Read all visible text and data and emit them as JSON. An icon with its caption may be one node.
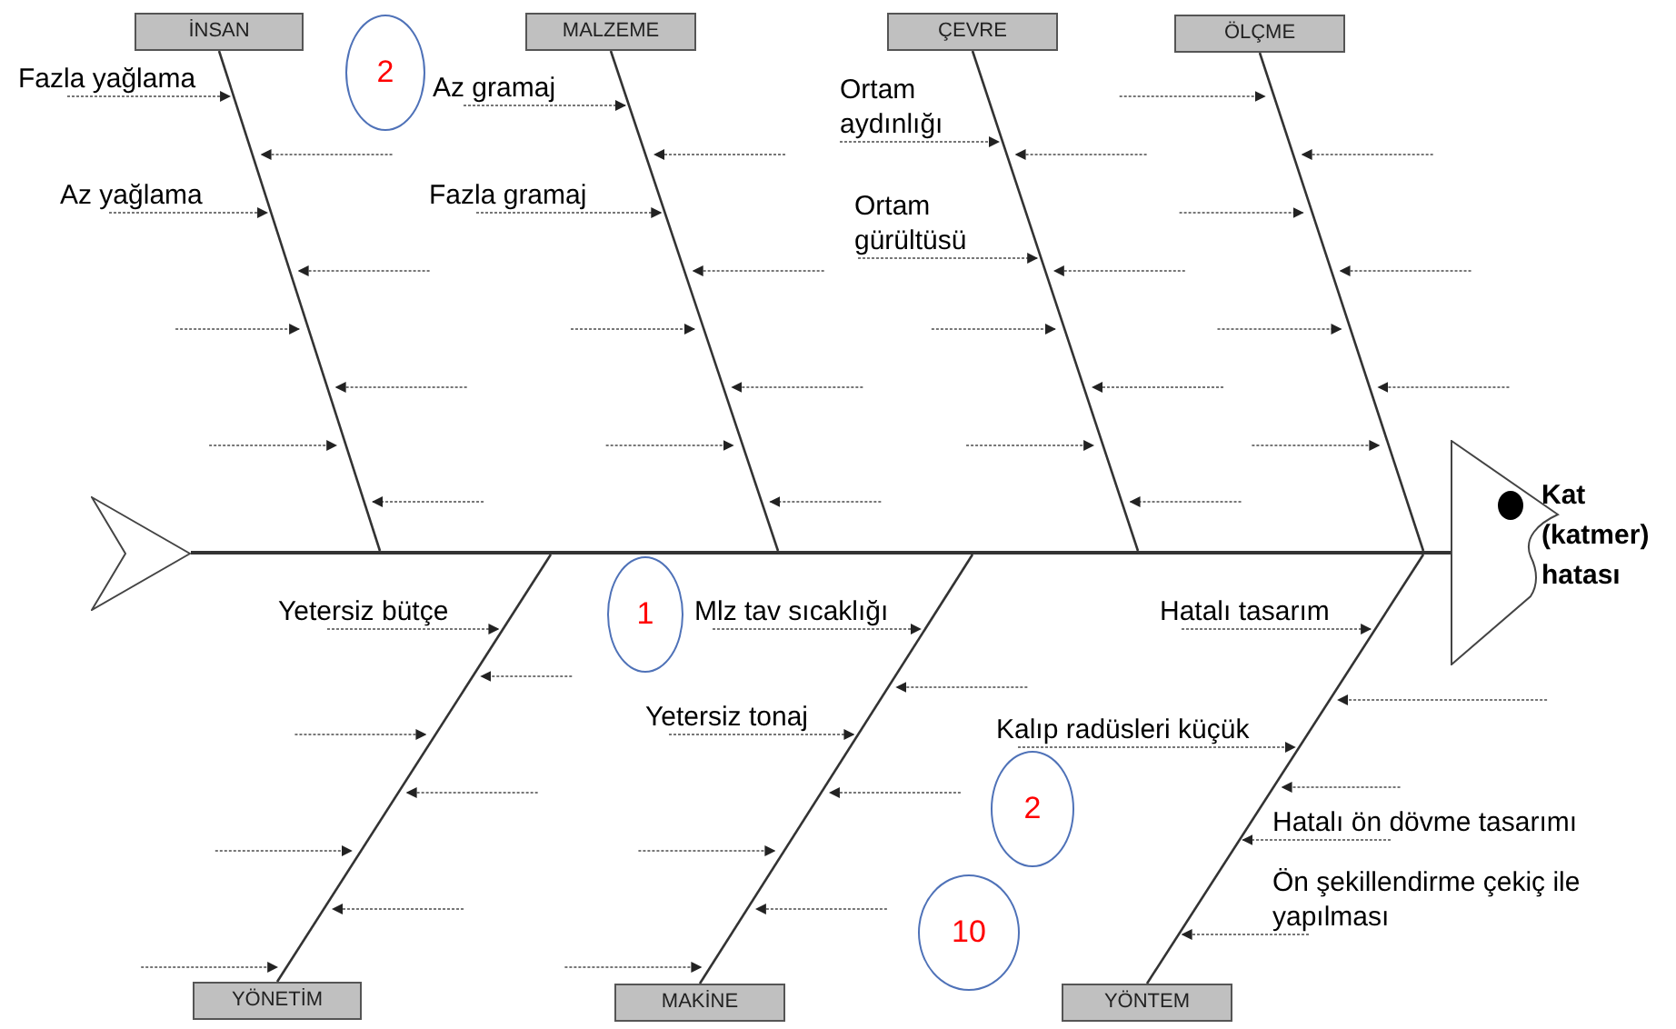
{
  "diagram": {
    "nodes": [
      {
        "text": [
          "İNSAN"
        ]
      },
      {
        "text": [
          "2"
        ]
      },
      {
        "text": [
          "MALZEME"
        ]
      },
      {
        "text": [
          "ÇEVRE"
        ]
      },
      {
        "text": [
          "ÖLÇME"
        ]
      },
      {
        "text": [
          "Fazla yağlama"
        ]
      },
      {
        "text": [
          "Az gramaj"
        ]
      },
      {
        "text": [
          "Ortam aydınlığı"
        ]
      },
      {
        "text": [
          "Az yağlama"
        ]
      },
      {
        "text": [
          "Fazla gramaj"
        ]
      },
      {
        "text": [
          "Ortam gürültüsü"
        ]
      },
      {
        "text": [],
        "shape": "chevron"
      },
      {
        "text": [
          "Kat (katmer) hatası"
        ]
      },
      {
        "text": [
          "Yetersiz bütçe"
        ]
      },
      {
        "text": [
          "1"
        ]
      },
      {
        "text": [
          "Mlz tav sıcaklığı"
        ]
      },
      {
        "text": [
          "Hatalı tasarım"
        ]
      },
      {
        "text": [
          "Yetersiz tonaj"
        ]
      },
      {
        "text": [
          "Kalıp radüsleri küçük"
        ]
      },
      {
        "text": [
          "2"
        ]
      },
      {
        "text": [
          "Hatalı ön dövme tasarımı"
        ]
      },
      {
        "text": [
          "10"
        ]
      },
      {
        "text": [
          "Ön şekillendirme çekiç ile yapılması"
        ]
      },
      {
        "text": [
          "YÖNETİM"
        ]
      },
      {
        "text": [
          "MAKİNE"
        ]
      },
      {
        "text": [
          "YÖNTEM"
        ]
      },
      {
        "text": [],
        "shape": "bar"
      }
    ],
    "edges": [
      {
        "from": 0,
        "to": 26,
        "arrow": "none"
      },
      {
        "from": 2,
        "to": 26,
        "arrow": "none"
      },
      {
        "from": 3,
        "to": 26,
        "arrow": "none"
      },
      {
        "from": 4,
        "to": 26,
        "arrow": "none"
      },
      {
        "from": 23,
        "to": 26,
        "arrow": "none"
      },
      {
        "from": 24,
        "to": 26,
        "arrow": "none"
      },
      {
        "from": 25,
        "to": 26,
        "arrow": "none"
      },
      {
        "from": 5,
        "to": null,
        "arrow": "to",
        "style": "dashed"
      },
      {
        "from": 8,
        "to": null,
        "arrow": "to",
        "style": "dashed"
      },
      {
        "from": 6,
        "to": null,
        "arrow": "to",
        "style": "dashed"
      },
      {
        "from": 9,
        "to": null,
        "arrow": "to",
        "style": "dashed"
      },
      {
        "from": 7,
        "to": null,
        "arrow": "to",
        "style": "dashed"
      },
      {
        "from": 10,
        "to": null,
        "arrow": "to",
        "style": "dashed"
      },
      {
        "from": 13,
        "to": null,
        "arrow": "to",
        "style": "dashed"
      },
      {
        "from": 15,
        "to": null,
        "arrow": "to",
        "style": "dashed"
      },
      {
        "from": 17,
        "to": null,
        "arrow": "to",
        "style": "dashed"
      },
      {
        "from": 16,
        "to": null,
        "arrow": "to",
        "style": "dashed"
      },
      {
        "from": 18,
        "to": null,
        "arrow": "to",
        "style": "dashed"
      },
      {
        "from": 20,
        "to": null,
        "arrow": "to",
        "style": "dashed"
      },
      {
        "from": 22,
        "to": null,
        "arrow": "to",
        "style": "dashed"
      }
    ]
  }
}
